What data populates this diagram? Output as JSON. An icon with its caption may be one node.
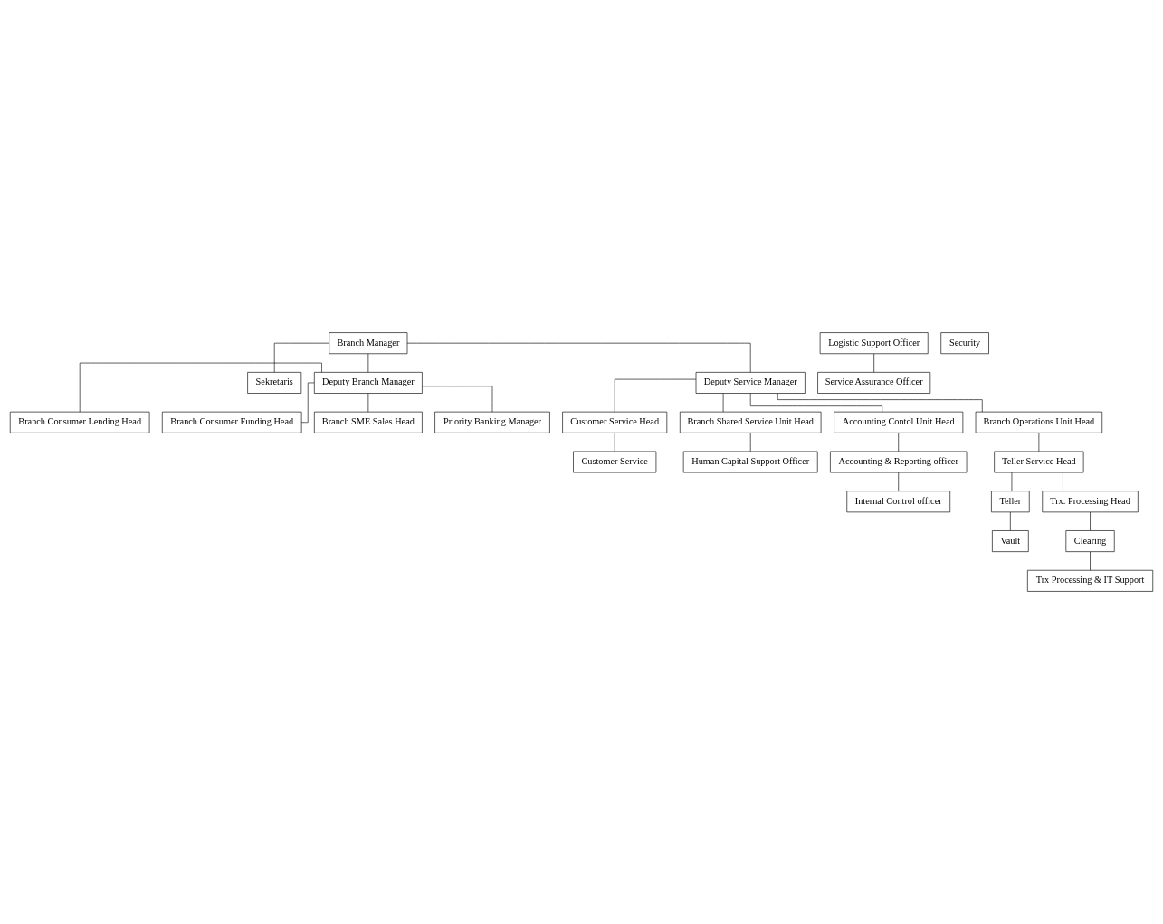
{
  "diagram": {
    "nodes": [
      {
        "text": [
          "Branch Manager"
        ]
      },
      {
        "text": [
          "Sekretaris"
        ]
      },
      {
        "text": [
          "Deputy Branch Manager"
        ]
      },
      {
        "text": [
          "Deputy Service Manager"
        ]
      },
      {
        "text": [
          "Branch Consumer Lending Head"
        ]
      },
      {
        "text": [
          "Branch Consumer Funding Head"
        ]
      },
      {
        "text": [
          "Branch SME Sales Head"
        ]
      },
      {
        "text": [
          "Priority Banking Manager"
        ]
      },
      {
        "text": [
          "Customer Service Head"
        ]
      },
      {
        "text": [
          "Branch Shared Service Unit Head"
        ]
      },
      {
        "text": [
          "Accounting Contol Unit Head"
        ]
      },
      {
        "text": [
          "Branch Operations Unit Head"
        ]
      },
      {
        "text": [
          "Customer Service"
        ]
      },
      {
        "text": [
          "Human Capital Support Officer"
        ]
      },
      {
        "text": [
          "Accounting & Reporting officer"
        ]
      },
      {
        "text": [
          "Internal Control officer"
        ]
      },
      {
        "text": [
          "Logistic Support Officer"
        ]
      },
      {
        "text": [
          "Service Assurance Officer"
        ]
      },
      {
        "text": [
          "Teller Service Head"
        ]
      },
      {
        "text": [
          "Teller"
        ]
      },
      {
        "text": [
          "Vault"
        ]
      },
      {
        "text": [
          "Trx. Processing Head"
        ]
      },
      {
        "text": [
          "Clearing"
        ]
      },
      {
        "text": [
          "Trx Processing & IT Support"
        ]
      },
      {
        "text": [
          "Security"
        ]
      }
    ],
    "edges": [
      {
        "from": 0,
        "to": 1,
        "arrow": "none"
      },
      {
        "from": 0,
        "to": 2,
        "arrow": "none"
      },
      {
        "from": 0,
        "to": 3,
        "arrow": "none"
      },
      {
        "from": 2,
        "to": 4,
        "arrow": "none"
      },
      {
        "from": 2,
        "to": 5,
        "arrow": "none"
      },
      {
        "from": 2,
        "to": 6,
        "arrow": "none"
      },
      {
        "from": 2,
        "to": 7,
        "arrow": "none"
      },
      {
        "from": 3,
        "to": 8,
        "arrow": "none"
      },
      {
        "from": 3,
        "to": 9,
        "arrow": "none"
      },
      {
        "from": 3,
        "to": 10,
        "arrow": "none"
      },
      {
        "from": 3,
        "to": 11,
        "arrow": "none"
      },
      {
        "from": 8,
        "to": 12,
        "arrow": "none"
      },
      {
        "from": 9,
        "to": 13,
        "arrow": "none"
      },
      {
        "from": 10,
        "to": 14,
        "arrow": "none"
      },
      {
        "from": 14,
        "to": 15,
        "arrow": "none"
      },
      {
        "from": 16,
        "to": 17,
        "arrow": "none"
      },
      {
        "from": 11,
        "to": 18,
        "arrow": "none"
      },
      {
        "from": 18,
        "to": 19,
        "arrow": "none"
      },
      {
        "from": 19,
        "to": 20,
        "arrow": "none"
      },
      {
        "from": 18,
        "to": 21,
        "arrow": "none"
      },
      {
        "from": 21,
        "to": 22,
        "arrow": "none"
      },
      {
        "from": 22,
        "to": 23,
        "arrow": "none"
      }
    ]
  }
}
